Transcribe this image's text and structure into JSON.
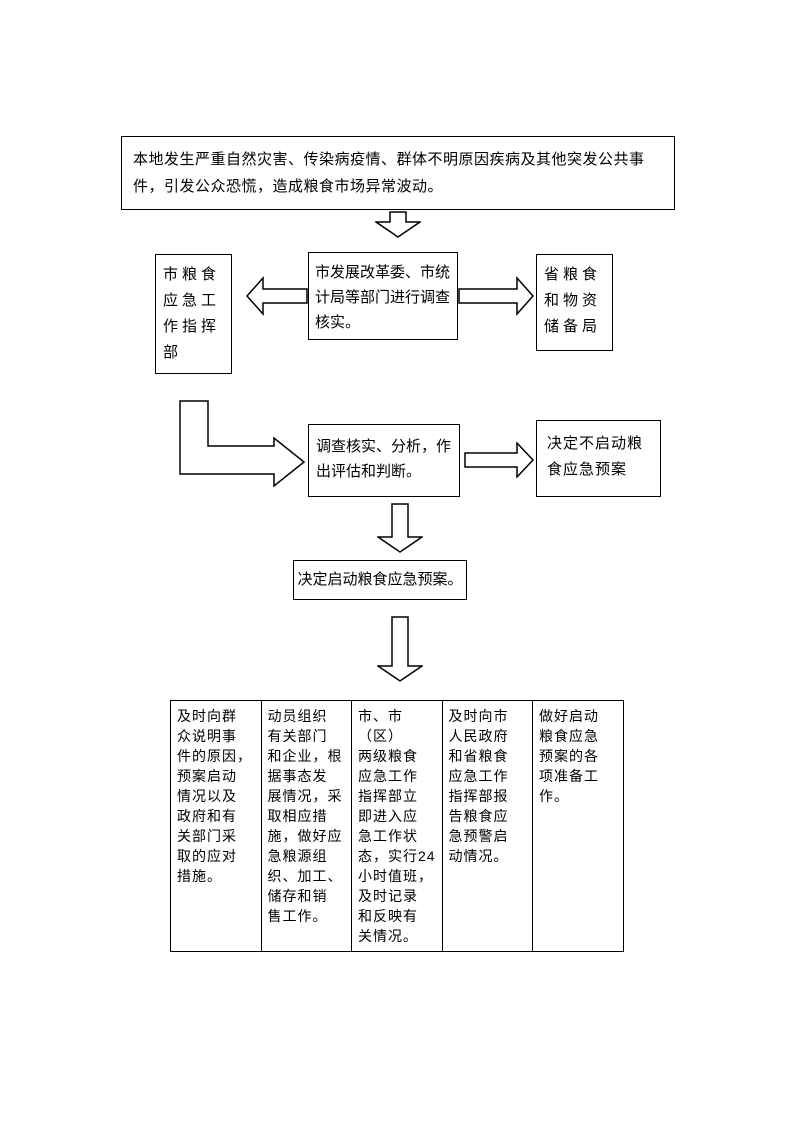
{
  "page": {
    "background": "#ffffff",
    "line_color": "#000000",
    "box_fill": "#ffffff"
  },
  "flowchart": {
    "trigger": {
      "text": "本地发生严重自然灾害、传染病疫情、群体不明原因疾病及其他突发公共事\n件，引发公众恐慌，造成粮食市场异常波动。"
    },
    "command": {
      "text": "市粮食\n应急工\n作指挥\n部"
    },
    "depts": {
      "text": "市发展改革委、市统\n计局等部门进行调查\n核实。"
    },
    "provincial": {
      "text": "省粮食\n和物资\n储备局"
    },
    "assess": {
      "text": "调查核实、分析，作\n出评估和判断。"
    },
    "no_launch": {
      "text": "决定不启动粮\n食应急预案"
    },
    "launch": {
      "text": "决定启动粮食应急预案。"
    },
    "actions": [
      {
        "id": "inform-public",
        "text": "及时向群\n众说明事\n件的原因，\n预案启动\n情况以及\n政府和有\n关部门采\n取的应对\n措施。"
      },
      {
        "id": "mobilize-supply",
        "text": "动员组织\n有关部门\n和企业，根\n据事态发\n展情况，采\n取相应措\n施，做好应\n急粮源组\n织、加工、\n储存和销\n售工作。"
      },
      {
        "id": "duty-status",
        "text": "市、市（区）\n两级粮食\n应急工作\n指挥部立\n即进入应\n急工作状\n态，实行24\n小时值班，\n及时记录\n和反映有\n关情况。"
      },
      {
        "id": "report-upward",
        "text": "及时向市\n人民政府\n和省粮食\n应急工作\n指挥部报\n告粮食应\n急预警启\n动情况。"
      },
      {
        "id": "prepare-plan",
        "text": "做好启动\n粮食应急\n预案的各\n项准备工\n作。"
      }
    ]
  }
}
